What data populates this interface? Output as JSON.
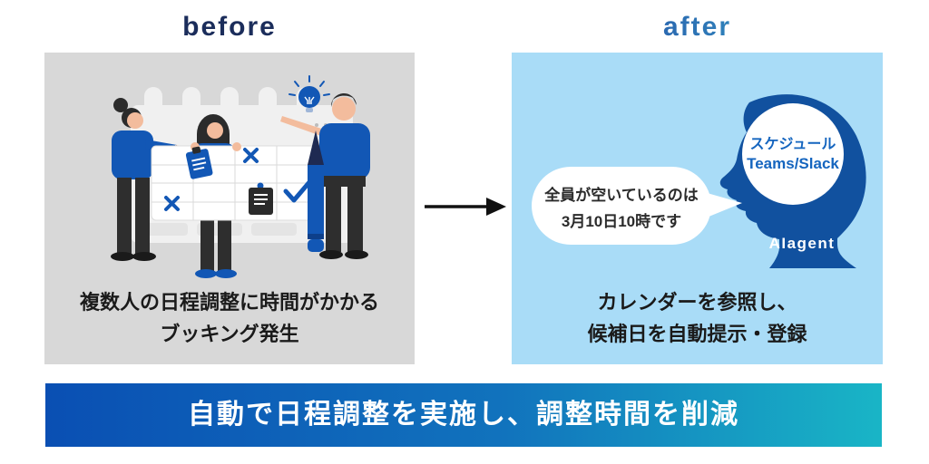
{
  "header": {
    "before_title": "before",
    "after_title": "after"
  },
  "before_panel": {
    "caption": {
      "line1": "複数人の日程調整に時間がかかる",
      "line2": "ブッキング発生"
    }
  },
  "after_panel": {
    "speech_bubble": {
      "line1": "全員が空いているのは",
      "line2": "3月10日10時です"
    },
    "brain_circle": {
      "line1": "スケジュール",
      "line2": "Teams/Slack"
    },
    "agent_label": "AIagent",
    "caption": {
      "line1": "カレンダーを参照し、",
      "line2": "候補日を自動提示・登録"
    }
  },
  "banner": {
    "text": "自動で日程調整を実施し、調整時間を削減"
  },
  "colors": {
    "before_title": "#1b2d5b",
    "after_gradient_start": "#2451a5",
    "after_gradient_end": "#29aec6",
    "before_panel_bg": "#d8d8d8",
    "after_panel_bg": "#a9dcf7",
    "accent_blue": "#1257b5",
    "head_silhouette_blue": "#11519f",
    "circle_text_blue": "#1565bf",
    "banner_gradient_start": "#0a4fb3",
    "banner_gradient_end": "#19b5c6"
  }
}
